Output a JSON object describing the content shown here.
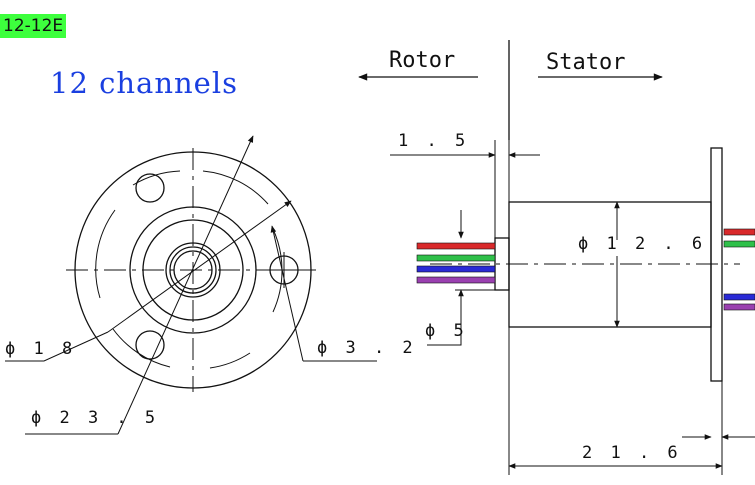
{
  "model_tag": "12-12E",
  "heading": "12 channels",
  "side_labels": {
    "rotor": "Rotor",
    "stator": "Stator"
  },
  "dimensions": {
    "d18": "ϕ 1 8",
    "d23_5": "ϕ 2 3 . 5",
    "d3_2": "ϕ 3 . 2",
    "d5": "ϕ 5",
    "d12_6": "ϕ 1 2 . 6",
    "len1_5": "1 . 5",
    "len21_6": "2 1 . 6"
  },
  "wire_colors": {
    "red": "#d9292b",
    "green": "#2fc04a",
    "blue": "#2a2ad6",
    "violet": "#9a40b0"
  }
}
